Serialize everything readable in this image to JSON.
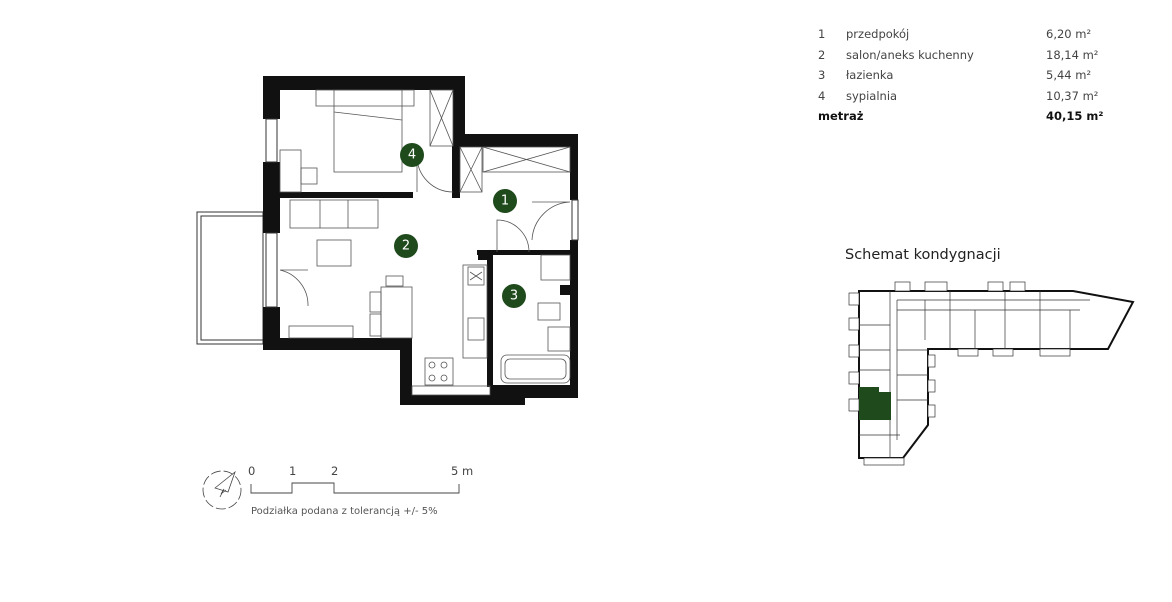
{
  "rooms": [
    {
      "number": "1",
      "name": "przedpokój",
      "area": "6,20 m²"
    },
    {
      "number": "2",
      "name": "salon/aneks kuchenny",
      "area": "18,14 m²"
    },
    {
      "number": "3",
      "name": "łazienka",
      "area": "5,44 m²"
    },
    {
      "number": "4",
      "name": "sypialnia",
      "area": "10,37 m²"
    }
  ],
  "total": {
    "label": "metraż",
    "area": "40,15 m²"
  },
  "schematic": {
    "title": "Schemat kondygnacji"
  },
  "scale": {
    "ticks": [
      "0",
      "1",
      "2",
      "5 m"
    ],
    "caption": "Podziałka podana z tolerancją +/- 5%"
  },
  "colors": {
    "accent": "#1e4a1c",
    "wall": "#111111"
  }
}
